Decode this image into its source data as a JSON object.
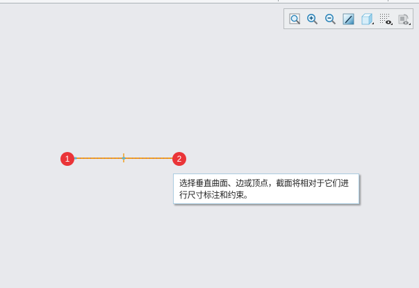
{
  "toolbar": {
    "buttons": [
      {
        "name": "refit-zoom",
        "icon": "zoom-fit-icon"
      },
      {
        "name": "zoom-in",
        "icon": "zoom-in-icon"
      },
      {
        "name": "zoom-out",
        "icon": "zoom-out-icon"
      },
      {
        "name": "sketch-view",
        "icon": "sketch-view-icon"
      },
      {
        "name": "display-style",
        "icon": "display-style-cube-icon",
        "has_dropdown": true
      },
      {
        "name": "sketch-display-filters",
        "icon": "sketch-filters-eye-icon",
        "has_dropdown": true
      },
      {
        "name": "constraint-display",
        "icon": "display-filters-eye-icon",
        "has_dropdown": true
      }
    ]
  },
  "sketch": {
    "line_color": "#f0a020",
    "point_marker_color": "#ea3438",
    "points": [
      {
        "id": "point-1",
        "label": "1"
      },
      {
        "id": "point-2",
        "label": "2"
      }
    ]
  },
  "tooltip": {
    "text": "选择垂直曲面、边或顶点，截面将相对于它们进行尺寸标注和约束。"
  }
}
